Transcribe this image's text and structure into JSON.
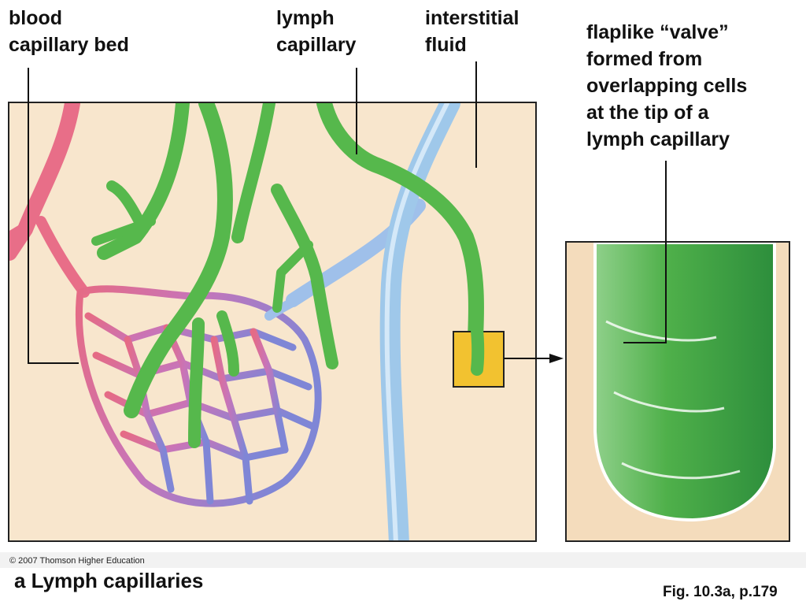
{
  "labels": {
    "blood": "blood\ncapillary bed",
    "lymph": "lymph\ncapillary",
    "fluid": "interstitial\nfluid",
    "valve": "flaplike “valve”\nformed from\noverlapping cells\nat the tip of a\nlymph capillary"
  },
  "copyright": "© 2007 Thomson Higher Education",
  "caption": "a Lymph capillaries",
  "figure_ref": "Fig. 10.3a, p.179",
  "colors": {
    "background": "#f8e6cd",
    "blood_arteriole": "#e56b85",
    "blood_venule": "#7b6fc8",
    "vein": "#9fc8ea",
    "lymph": "#56b84c",
    "highlight_box": "#f2c230"
  }
}
